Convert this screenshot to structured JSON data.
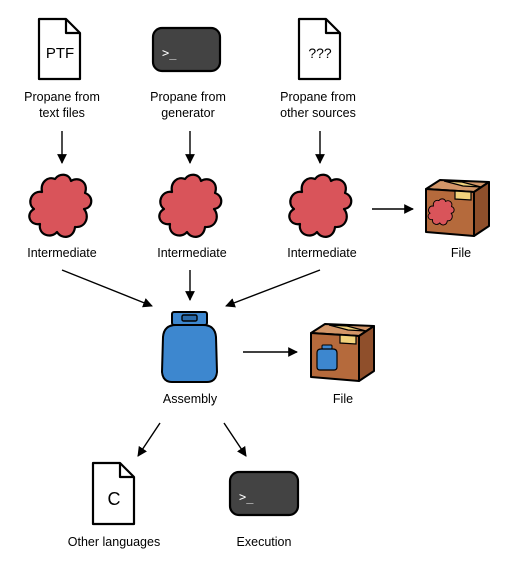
{
  "sources": {
    "ptf_icon_text": "PTF",
    "ptf_line1": "Propane from",
    "ptf_line2": "text files",
    "terminal_prompt": ">_",
    "gen_line1": "Propane from",
    "gen_line2": "generator",
    "other_icon_text": "???",
    "other_line1": "Propane from",
    "other_line2": "other sources"
  },
  "intermediates": {
    "label_1": "Intermediate",
    "label_2": "Intermediate",
    "label_3": "Intermediate",
    "file_label": "File"
  },
  "assembly": {
    "label": "Assembly",
    "file_label": "File"
  },
  "outputs": {
    "other_icon_text": "C",
    "other_label": "Other languages",
    "exec_prompt": ">_",
    "exec_label": "Execution"
  },
  "colors": {
    "puzzle": "#d9545a",
    "tank": "#3d87cf",
    "box": "#b56a3c",
    "box_tape": "#f1d27c",
    "terminal": "#434343"
  }
}
